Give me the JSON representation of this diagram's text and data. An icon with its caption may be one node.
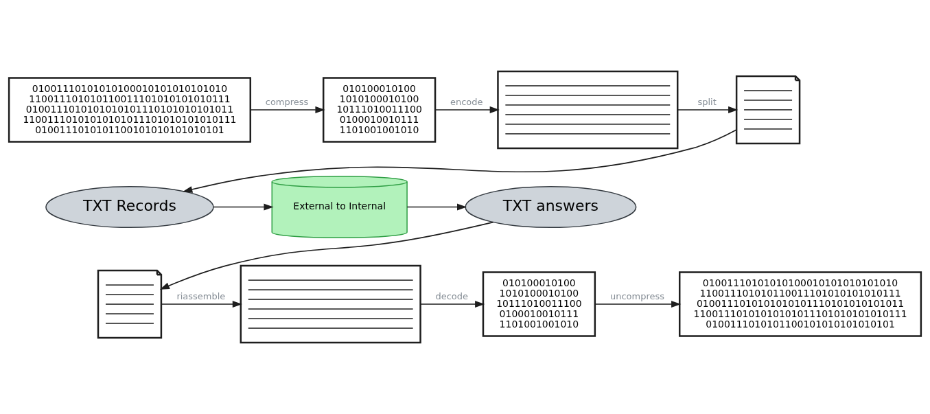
{
  "diagram": {
    "nodes": [
      {
        "text": [
          "01001110101010100010101010101010 110011101010110011101010101010111 0100111010101010101110101010101011 11001110101010101011101010101010111 0100111010101100101010101010101"
        ]
      },
      {
        "text": [
          "010100010100 1010100010100 10111010011100 0100010010111 1101001001010"
        ]
      },
      {
        "text": [],
        "shape": "box"
      },
      {
        "text": [],
        "shape": "document"
      },
      {
        "text": [
          "TXT Records"
        ]
      },
      {
        "text": [
          "External to Internal"
        ]
      },
      {
        "text": [
          "TXT answers"
        ]
      },
      {
        "text": [],
        "shape": "document"
      },
      {
        "text": [],
        "shape": "box"
      },
      {
        "text": [
          "010100010100 1010100010100 10111010011100 0100010010111 1101001001010"
        ]
      },
      {
        "text": [
          "01001110101010100010101010101010 110011101010110011101010101010111 0100111010101010101110101010101011 11001110101010101011101010101010111 0100111010101100101010101010101"
        ]
      }
    ],
    "edges": [
      {
        "from": 0,
        "to": 1,
        "arrow": "to",
        "label": "compress"
      },
      {
        "from": 1,
        "to": 2,
        "arrow": "to",
        "label": "encode"
      },
      {
        "from": 2,
        "to": 3,
        "arrow": "to",
        "label": "split"
      },
      {
        "from": 3,
        "to": 4,
        "arrow": "to"
      },
      {
        "from": 4,
        "to": 5,
        "arrow": "to"
      },
      {
        "from": 5,
        "to": 6,
        "arrow": "to"
      },
      {
        "from": 6,
        "to": 7,
        "arrow": "to"
      },
      {
        "from": 7,
        "to": 8,
        "arrow": "to",
        "label": "riassemble"
      },
      {
        "from": 8,
        "to": 9,
        "arrow": "to",
        "label": "decode"
      },
      {
        "from": 9,
        "to": 10,
        "arrow": "to",
        "label": "uncompress"
      }
    ]
  }
}
